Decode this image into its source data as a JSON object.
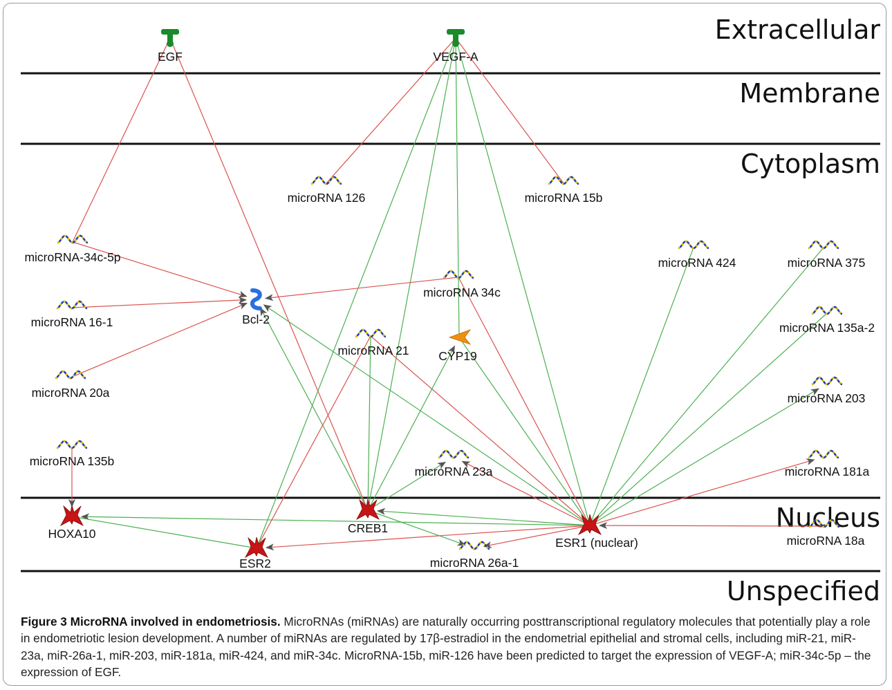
{
  "colors": {
    "inhibit_edge": "#d9534f",
    "activate_edge": "#4caf50",
    "mirna_wave_a": "#1a3fb0",
    "mirna_wave_b": "#e8c000",
    "tf_node": "#c81414",
    "growth_factor": "#1a8a2a",
    "bcl2": "#2a6fe0",
    "cyp19": "#f09010",
    "divider": "#111111"
  },
  "regions": [
    {
      "id": "extracellular",
      "label": "Extracellular"
    },
    {
      "id": "membrane",
      "label": "Membrane"
    },
    {
      "id": "cytoplasm",
      "label": "Cytoplasm"
    },
    {
      "id": "nucleus",
      "label": "Nucleus"
    },
    {
      "id": "unspecified",
      "label": "Unspecified"
    }
  ],
  "nodes": [
    {
      "id": "egf",
      "label": "EGF",
      "kind": "growth-factor",
      "icon": "growth-factor-icon"
    },
    {
      "id": "vegfa",
      "label": "VEGF-A",
      "kind": "growth-factor",
      "icon": "growth-factor-icon"
    },
    {
      "id": "mir126",
      "label": "microRNA 126",
      "kind": "mirna",
      "icon": "mirna-wave-icon"
    },
    {
      "id": "mir15b",
      "label": "microRNA 15b",
      "kind": "mirna",
      "icon": "mirna-wave-icon"
    },
    {
      "id": "mir34c5p",
      "label": "microRNA-34c-5p",
      "kind": "mirna",
      "icon": "mirna-wave-icon"
    },
    {
      "id": "mir424",
      "label": "microRNA 424",
      "kind": "mirna",
      "icon": "mirna-wave-icon"
    },
    {
      "id": "mir375",
      "label": "microRNA 375",
      "kind": "mirna",
      "icon": "mirna-wave-icon"
    },
    {
      "id": "mir161",
      "label": "microRNA 16-1",
      "kind": "mirna",
      "icon": "mirna-wave-icon"
    },
    {
      "id": "bcl2",
      "label": "Bcl-2",
      "kind": "bcl2",
      "icon": "bcl2-icon"
    },
    {
      "id": "mir34c",
      "label": "microRNA 34c",
      "kind": "mirna",
      "icon": "mirna-wave-icon"
    },
    {
      "id": "mir135a2",
      "label": "microRNA 135a-2",
      "kind": "mirna",
      "icon": "mirna-wave-icon"
    },
    {
      "id": "mir21",
      "label": "microRNA 21",
      "kind": "mirna",
      "icon": "mirna-wave-icon"
    },
    {
      "id": "cyp19",
      "label": "CYP19",
      "kind": "enzyme",
      "icon": "enzyme-icon"
    },
    {
      "id": "mir20a",
      "label": "microRNA 20a",
      "kind": "mirna",
      "icon": "mirna-wave-icon"
    },
    {
      "id": "mir203",
      "label": "microRNA 203",
      "kind": "mirna",
      "icon": "mirna-wave-icon"
    },
    {
      "id": "mir135b",
      "label": "microRNA 135b",
      "kind": "mirna",
      "icon": "mirna-wave-icon"
    },
    {
      "id": "mir23a",
      "label": "microRNA 23a",
      "kind": "mirna",
      "icon": "mirna-wave-icon"
    },
    {
      "id": "mir181a",
      "label": "microRNA 181a",
      "kind": "mirna",
      "icon": "mirna-wave-icon"
    },
    {
      "id": "hoxa10",
      "label": "HOXA10",
      "kind": "tf",
      "icon": "transcription-factor-icon"
    },
    {
      "id": "creb1",
      "label": "CREB1",
      "kind": "tf",
      "icon": "transcription-factor-icon"
    },
    {
      "id": "esr1",
      "label": "ESR1 (nuclear)",
      "kind": "tf",
      "icon": "transcription-factor-icon"
    },
    {
      "id": "mir18a",
      "label": "microRNA 18a",
      "kind": "mirna",
      "icon": "mirna-wave-icon"
    },
    {
      "id": "esr2",
      "label": "ESR2",
      "kind": "tf",
      "icon": "transcription-factor-icon"
    },
    {
      "id": "mir26a1",
      "label": "microRNA 26a-1",
      "kind": "mirna",
      "icon": "mirna-wave-icon"
    }
  ],
  "edges": [
    {
      "from": "mir34c5p",
      "to": "egf",
      "type": "inhibit",
      "arrow": false
    },
    {
      "from": "creb1",
      "to": "egf",
      "type": "inhibit",
      "arrow": false
    },
    {
      "from": "mir126",
      "to": "vegfa",
      "type": "inhibit",
      "arrow": false
    },
    {
      "from": "mir15b",
      "to": "vegfa",
      "type": "inhibit",
      "arrow": false
    },
    {
      "from": "esr2",
      "to": "vegfa",
      "type": "activate",
      "arrow": false
    },
    {
      "from": "creb1",
      "to": "vegfa",
      "type": "activate",
      "arrow": false
    },
    {
      "from": "cyp19",
      "to": "vegfa",
      "type": "activate",
      "arrow": false
    },
    {
      "from": "esr1",
      "to": "vegfa",
      "type": "activate",
      "arrow": false
    },
    {
      "from": "mir34c5p",
      "to": "bcl2",
      "type": "inhibit",
      "arrow": true
    },
    {
      "from": "mir161",
      "to": "bcl2",
      "type": "inhibit",
      "arrow": true
    },
    {
      "from": "mir20a",
      "to": "bcl2",
      "type": "inhibit",
      "arrow": true
    },
    {
      "from": "mir34c",
      "to": "bcl2",
      "type": "inhibit",
      "arrow": true
    },
    {
      "from": "creb1",
      "to": "bcl2",
      "type": "activate",
      "arrow": true
    },
    {
      "from": "esr1",
      "to": "bcl2",
      "type": "activate",
      "arrow": true
    },
    {
      "from": "mir135b",
      "to": "hoxa10",
      "type": "inhibit",
      "arrow": true
    },
    {
      "from": "esr1",
      "to": "hoxa10",
      "type": "activate",
      "arrow": true
    },
    {
      "from": "esr2",
      "to": "hoxa10",
      "type": "activate",
      "arrow": false
    },
    {
      "from": "mir21",
      "to": "esr2",
      "type": "inhibit",
      "arrow": false
    },
    {
      "from": "mir21",
      "to": "creb1",
      "type": "activate",
      "arrow": false
    },
    {
      "from": "mir21",
      "to": "esr1",
      "type": "inhibit",
      "arrow": false
    },
    {
      "from": "mir34c",
      "to": "esr1",
      "type": "inhibit",
      "arrow": false
    },
    {
      "from": "creb1",
      "to": "cyp19",
      "type": "activate",
      "arrow": true
    },
    {
      "from": "esr1",
      "to": "cyp19",
      "type": "activate",
      "arrow": false
    },
    {
      "from": "creb1",
      "to": "mir23a",
      "type": "activate",
      "arrow": true
    },
    {
      "from": "esr1",
      "to": "mir23a",
      "type": "inhibit",
      "arrow": true
    },
    {
      "from": "creb1",
      "to": "mir26a1",
      "type": "activate",
      "arrow": true
    },
    {
      "from": "esr1",
      "to": "mir26a1",
      "type": "inhibit",
      "arrow": true
    },
    {
      "from": "esr1",
      "to": "creb1",
      "type": "activate",
      "arrow": true
    },
    {
      "from": "esr1",
      "to": "esr2",
      "type": "inhibit",
      "arrow": true
    },
    {
      "from": "esr1",
      "to": "mir424",
      "type": "activate",
      "arrow": false
    },
    {
      "from": "esr1",
      "to": "mir375",
      "type": "activate",
      "arrow": false
    },
    {
      "from": "esr1",
      "to": "mir135a2",
      "type": "activate",
      "arrow": false
    },
    {
      "from": "esr1",
      "to": "mir203",
      "type": "activate",
      "arrow": true
    },
    {
      "from": "esr1",
      "to": "mir181a",
      "type": "inhibit",
      "arrow": true
    },
    {
      "from": "mir18a",
      "to": "esr1",
      "type": "inhibit",
      "arrow": true
    }
  ],
  "caption": {
    "title": "Figure 3 MicroRNA involved in endometriosis.",
    "body": "MicroRNAs (miRNAs) are naturally occurring posttranscriptional regulatory molecules that potentially play a role in endometriotic lesion development. A number of miRNAs are regulated by 17β-estradiol in the endometrial epithelial and stromal cells, including miR-21, miR-23a, miR-26a-1, miR-203, miR-181a, miR-424, and miR-34c. MicroRNA-15b, miR-126 have been predicted to target the expression of VEGF-A; miR-34c-5p – the expression of EGF."
  }
}
